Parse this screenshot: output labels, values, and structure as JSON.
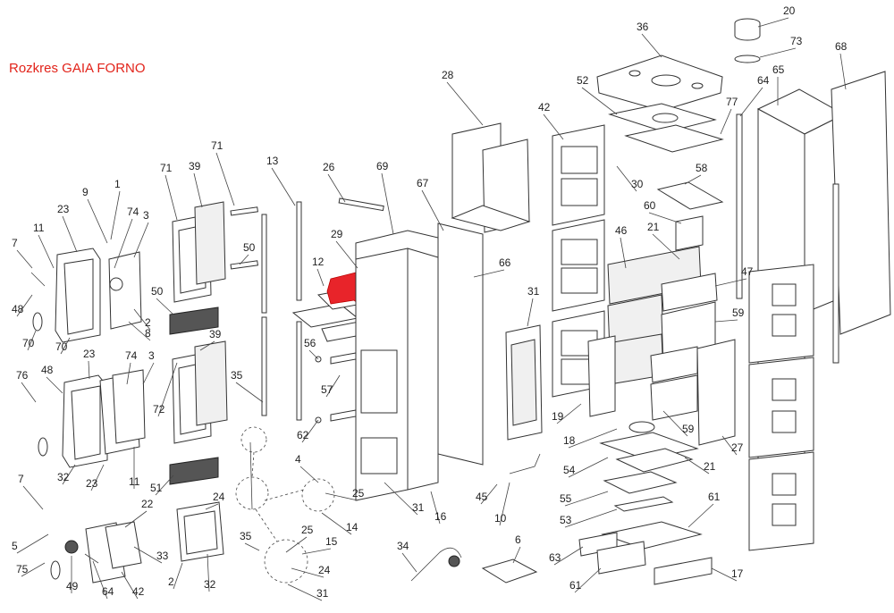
{
  "title": "Rozkres GAIA FORNO",
  "colors": {
    "highlight": "#e8242a",
    "title": "#e2231a",
    "line": "#333333"
  },
  "labels": [
    "20",
    "36",
    "73",
    "68",
    "65",
    "64",
    "77",
    "52",
    "42",
    "28",
    "58",
    "30",
    "60",
    "21",
    "46",
    "47",
    "59",
    "19",
    "18",
    "54",
    "21",
    "59",
    "27",
    "55",
    "53",
    "61",
    "63",
    "61",
    "17",
    "6",
    "34",
    "10",
    "45",
    "31",
    "66",
    "67",
    "69",
    "26",
    "29",
    "12",
    "56",
    "57",
    "62",
    "31",
    "16",
    "13",
    "25",
    "14",
    "4",
    "25",
    "15",
    "24",
    "31",
    "35",
    "35",
    "71",
    "50",
    "39",
    "71",
    "50",
    "39",
    "72",
    "51",
    "24",
    "2",
    "32",
    "1",
    "9",
    "74",
    "3",
    "23",
    "11",
    "7",
    "48",
    "70",
    "70",
    "8",
    "2",
    "74",
    "3",
    "23",
    "48",
    "76",
    "32",
    "23",
    "11",
    "7",
    "5",
    "75",
    "22",
    "33",
    "49",
    "64",
    "42"
  ]
}
